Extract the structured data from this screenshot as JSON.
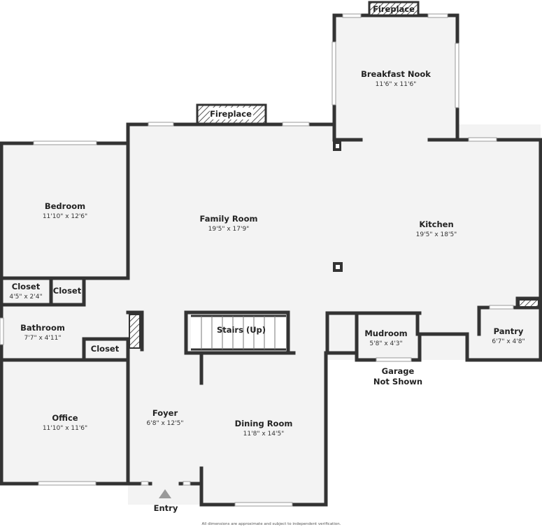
{
  "rooms": [
    {
      "id": "breakfast-nook",
      "name": "Breakfast Nook",
      "dims": "11'6\" x 11'6\""
    },
    {
      "id": "family-room",
      "name": "Family Room",
      "dims": "19'5\" x 17'9\""
    },
    {
      "id": "kitchen",
      "name": "Kitchen",
      "dims": "19'5\" x 18'5\""
    },
    {
      "id": "bedroom",
      "name": "Bedroom",
      "dims": "11'10\" x 12'6\""
    },
    {
      "id": "closet-1",
      "name": "Closet",
      "dims": "4'5\" x 2'4\""
    },
    {
      "id": "closet-2",
      "name": "Closet",
      "dims": ""
    },
    {
      "id": "bathroom",
      "name": "Bathroom",
      "dims": "7'7\" x 4'11\""
    },
    {
      "id": "closet-3",
      "name": "Closet",
      "dims": ""
    },
    {
      "id": "stairs",
      "name": "Stairs (Up)",
      "dims": ""
    },
    {
      "id": "mudroom",
      "name": "Mudroom",
      "dims": "5'8\" x 4'3\""
    },
    {
      "id": "pantry",
      "name": "Pantry",
      "dims": "6'7\" x 4'8\""
    },
    {
      "id": "foyer",
      "name": "Foyer",
      "dims": "6'8\" x 12'5\""
    },
    {
      "id": "dining-room",
      "name": "Dining Room",
      "dims": "11'8\" x 14'5\""
    },
    {
      "id": "office",
      "name": "Office",
      "dims": "11'10\" x 11'6\""
    }
  ],
  "labels": {
    "fireplace_top": "Fireplace",
    "fireplace_family": "Fireplace",
    "garage_line1": "Garage",
    "garage_line2": "Not Shown",
    "entry": "Entry"
  },
  "disclaimer": "All dimensions are approximate and subject to independent verification.",
  "colors": {
    "wall": "#333333",
    "floor": "#f3f3f3",
    "window": "#ffffff"
  }
}
